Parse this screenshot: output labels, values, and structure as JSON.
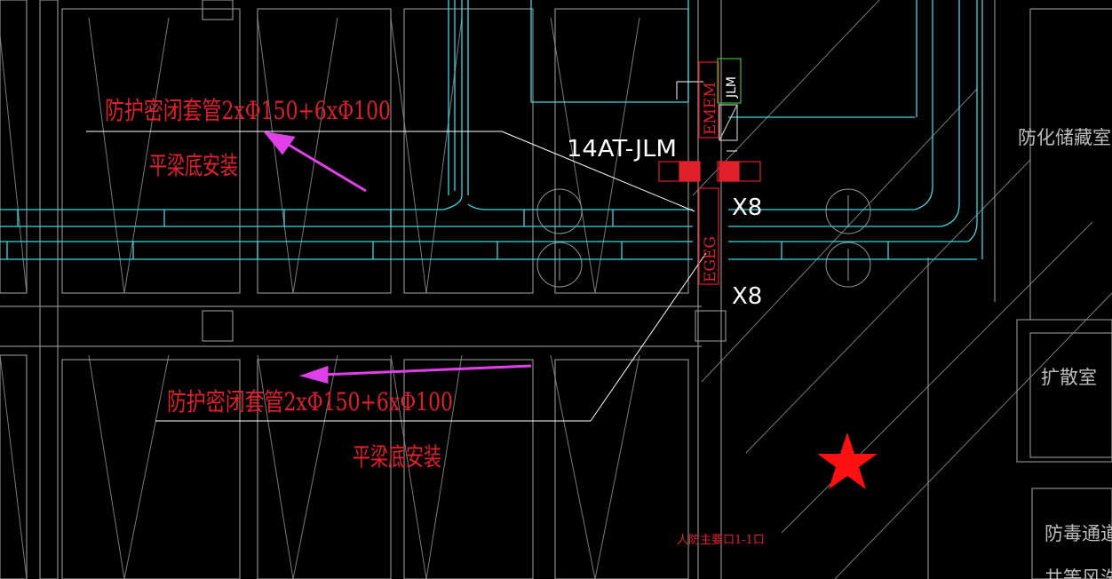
{
  "annotations": {
    "upper_note_line1": "防护密闭套管2xΦ150+6xΦ100",
    "upper_note_line2": "平梁底安装",
    "lower_note_line1": "防护密闭套管2xΦ150+6xΦ100",
    "lower_note_line2": "平梁底安装",
    "pipe_tag": "14AT-JLM",
    "multiplier_upper": "X8",
    "multiplier_lower": "X8",
    "entrance_label": "人防主要口1-1口"
  },
  "cable_labels": {
    "top_stack": "EMEM",
    "green_box": "JLM",
    "lower_stack": "EGEG"
  },
  "rooms": {
    "room1": "防化储藏室",
    "room2": "扩散室",
    "room3": "防毒通道",
    "room4_partial": "共等风洗消"
  },
  "colors": {
    "background": "#000000",
    "wall_cyan": "#40d8e0",
    "annotation_red": "#e0202a",
    "leader_magenta": "#e040e8",
    "grid_gray": "#8a8a8a",
    "leader_white": "#ffffff",
    "box_green": "#30c030"
  }
}
